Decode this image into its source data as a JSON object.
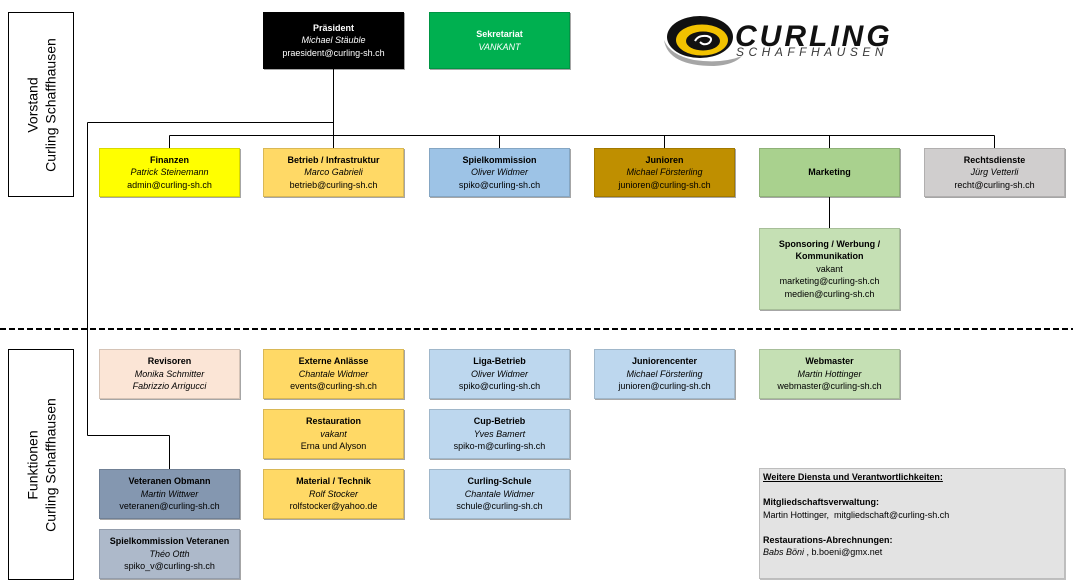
{
  "side_labels": {
    "vorstand": {
      "line1": "Vorstand",
      "line2": "Curling Schaffhausen"
    },
    "funktionen": {
      "line1": "Funktionen",
      "line2": "Curling Schaffhausen"
    }
  },
  "logo": {
    "word": "CURLING",
    "subword": "SCHAFFHAUSEN",
    "colors": {
      "yellow": "#f2c200",
      "black": "#111111",
      "grey": "#a6a6a6"
    }
  },
  "praesident": {
    "title": "Präsident",
    "name": "Michael Stäuble",
    "email": "praesident@curling-sh.ch",
    "color": "#000000"
  },
  "sekretariat": {
    "title": "Sekretariat",
    "name": "VANKANT",
    "color": "#00b050"
  },
  "vorstand": {
    "finanzen": {
      "title": "Finanzen",
      "name": "Patrick Steinemann",
      "email": "admin@curling-sh.ch",
      "color": "#ffff00"
    },
    "betrieb": {
      "title": "Betrieb / Infrastruktur",
      "name": "Marco Gabrieli",
      "email": "betrieb@curling-sh.ch",
      "color": "#ffd966"
    },
    "spielkommission": {
      "title": "Spielkommission",
      "name": "Oliver Widmer",
      "email": "spiko@curling-sh.ch",
      "color": "#9dc3e6"
    },
    "junioren": {
      "title": "Junioren",
      "name": "Michael Försterling",
      "email": "junioren@curling-sh.ch",
      "color": "#bf8f00"
    },
    "marketing": {
      "title": "Marketing",
      "color": "#a9d18e"
    },
    "rechtsdienste": {
      "title": "Rechtsdienste",
      "name": "Jürg Vetterli",
      "email": "recht@curling-sh.ch",
      "color": "#d0cece"
    }
  },
  "sponsoring": {
    "title": "Sponsoring / Werbung / Kommunikation",
    "name": "vakant",
    "emails": [
      "marketing@curling-sh.ch",
      "medien@curling-sh.ch"
    ],
    "color": "#c5e0b4"
  },
  "funktionen": {
    "revisoren": {
      "title": "Revisoren",
      "names": [
        "Monika Schmitter",
        "Fabrizzio Arrigucci"
      ],
      "color": "#fbe5d6"
    },
    "externe_anlaesse": {
      "title": "Externe Anlässe",
      "name": "Chantale Widmer",
      "email": "events@curling-sh.ch",
      "color": "#ffd966"
    },
    "liga_betrieb": {
      "title": "Liga-Betrieb",
      "name": "Oliver Widmer",
      "email": "spiko@curling-sh.ch",
      "color": "#bdd7ee"
    },
    "juniorencenter": {
      "title": "Juniorencenter",
      "name": "Michael Försterling",
      "email": "junioren@curling-sh.ch",
      "color": "#bdd7ee"
    },
    "webmaster": {
      "title": "Webmaster",
      "name": "Martin Hottinger",
      "email": "webmaster@curling-sh.ch",
      "color": "#c5e0b4"
    },
    "restauration": {
      "title": "Restauration",
      "name": "vakant",
      "detail": "Erna und Alyson",
      "color": "#ffd966"
    },
    "cup_betrieb": {
      "title": "Cup-Betrieb",
      "name": "Yves Bamert",
      "email": "spiko-m@curling-sh.ch",
      "color": "#bdd7ee"
    },
    "veteranen_obmann": {
      "title": "Veteranen Obmann",
      "name": "Martin Wittwer",
      "email": "veteranen@curling-sh.ch",
      "color": "#8497b0"
    },
    "material_technik": {
      "title": "Material / Technik",
      "name": "Rolf Stocker",
      "email": "rolfstocker@yahoo.de",
      "color": "#ffd966"
    },
    "curling_schule": {
      "title": "Curling-Schule",
      "name": "Chantale Widmer",
      "email": "schule@curling-sh.ch",
      "color": "#bdd7ee"
    },
    "spiko_veteranen": {
      "title": "Spielkommission Veteranen",
      "name": "Théo Otth",
      "email": "spiko_v@curling-sh.ch",
      "color": "#adb9ca"
    }
  },
  "weitere": {
    "heading": "Weitere Diensta und Verantwortlichkeiten:",
    "mitglied_label": "Mitgliedschaftsverwaltung:",
    "mitglied_value": "Martin Hottinger,  mitgliedschaft@curling-sh.ch",
    "restauration_label": "Restaurations-Abrechnungen:",
    "restauration_name": "Babs Böni",
    "restauration_contact": ", b.boeni@gmx.net",
    "color": "#e3e3e3"
  }
}
